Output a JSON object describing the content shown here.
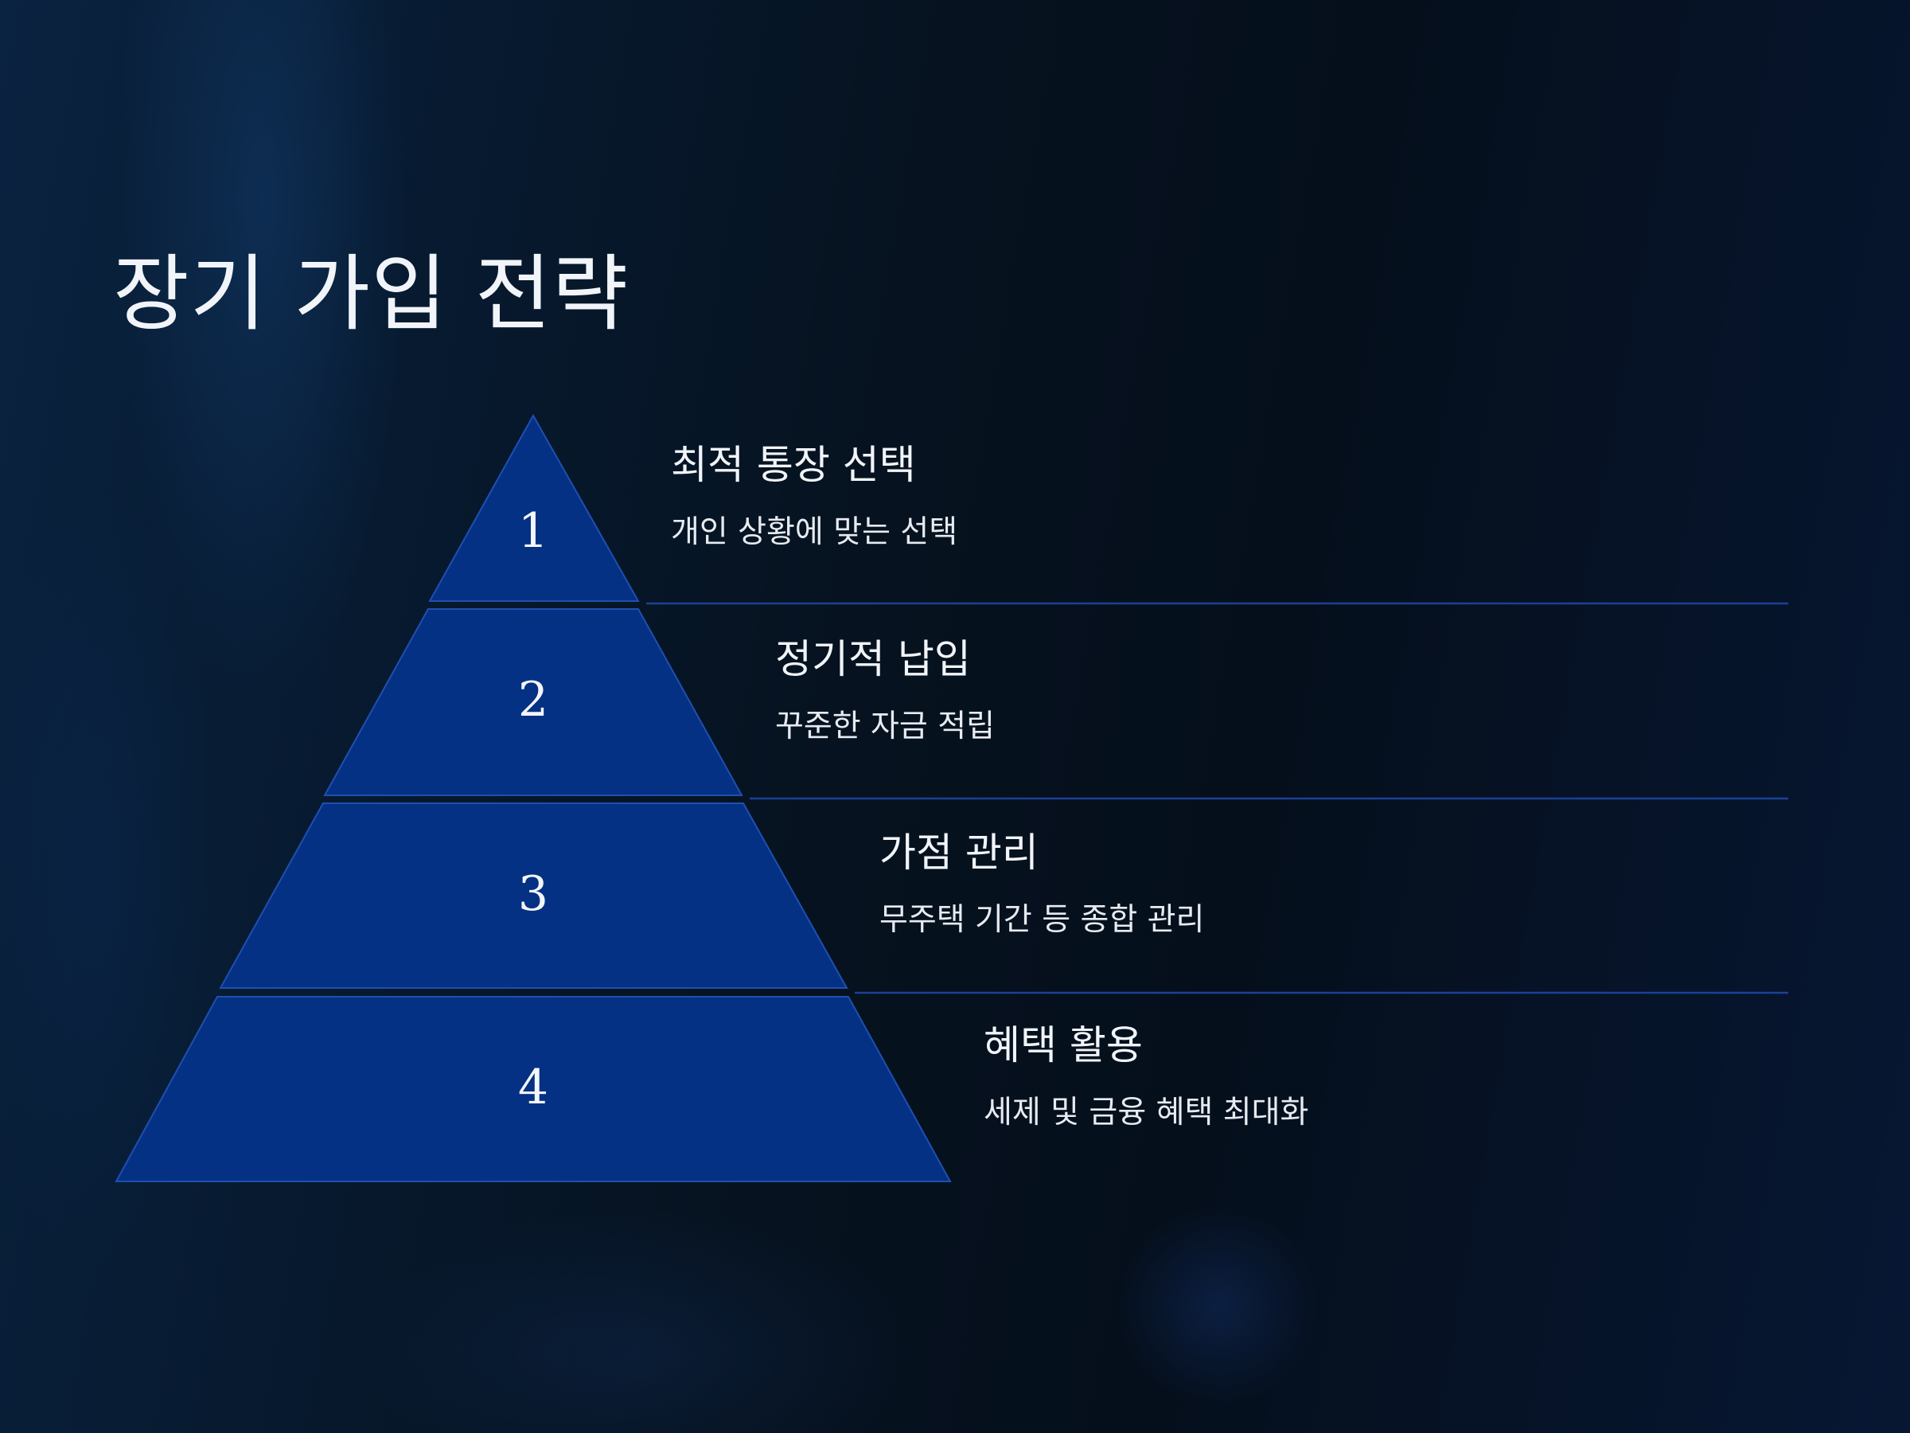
{
  "slide": {
    "title": "장기 가입 전략"
  },
  "pyramid": {
    "levels": [
      {
        "number": "1",
        "title": "최적 통장 선택",
        "description": "개인 상황에 맞는 선택"
      },
      {
        "number": "2",
        "title": "정기적 납입",
        "description": "꾸준한 자금 적립"
      },
      {
        "number": "3",
        "title": "가점 관리",
        "description": "무주택 기간 등 종합 관리"
      },
      {
        "number": "4",
        "title": "혜택 활용",
        "description": "세제 및 금융 혜택 최대화"
      }
    ]
  },
  "colors": {
    "background": "#06121f",
    "pyramid_fill": "#043183",
    "pyramid_stroke": "#1f4fb0",
    "divider": "#1b4196",
    "text": "#f1f4f8"
  }
}
